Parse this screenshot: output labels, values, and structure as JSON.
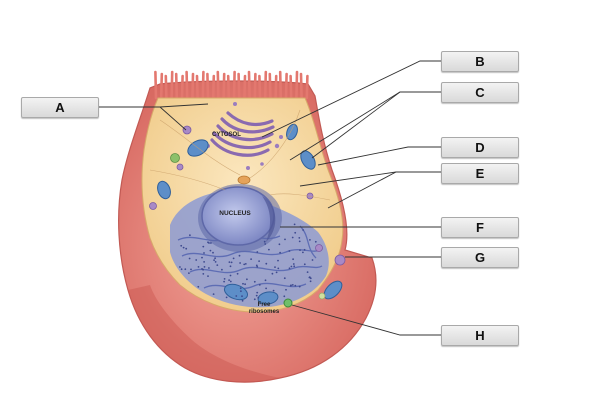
{
  "labels": {
    "A": "A",
    "B": "B",
    "C": "C",
    "D": "D",
    "E": "E",
    "F": "F",
    "G": "G",
    "H": "H"
  },
  "diagram_text": {
    "cytosol": "CYTOSOL",
    "nucleus": "NUCLEUS",
    "free_ribosomes_line1": "Free",
    "free_ribosomes_line2": "ribosomes"
  },
  "colors": {
    "outer_membrane": "#e5837b",
    "cytosol": "#f7d9a0",
    "nucleus": "#9ea7d6",
    "er": "#7f8fcf",
    "golgi": "#9377b7",
    "mitochondria": "#5f8fc9",
    "label_box": "#e4e4e4"
  }
}
